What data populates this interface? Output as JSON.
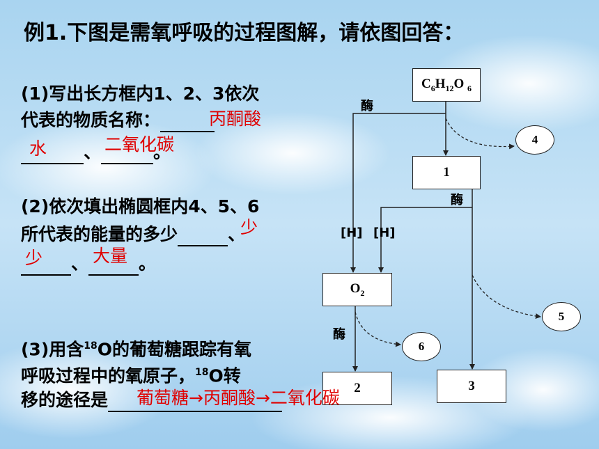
{
  "title": "例1.下图是需氧呼吸的过程图解，请依图回答：",
  "q1": {
    "line1": "(1)写出长方框内1、2、3依次",
    "line2_text": "代表的物质名称：",
    "sep1": "、",
    "end": "。",
    "answers": [
      "丙酮酸",
      "水",
      "二氧化碳"
    ]
  },
  "q2": {
    "line1": "(2)依次填出椭圆框内4、5、6",
    "line2_text": "所代表的能量的多少",
    "sep1": "、",
    "sep2": "、",
    "end": "。",
    "answers": [
      "少",
      "少",
      "大量"
    ]
  },
  "q3": {
    "line1_a": "(3)用含",
    "isotope": "18",
    "line1_b": "O的葡萄糖跟踪有氧",
    "line2_a": "呼吸过程中的氧原子，",
    "line2_b": "O转",
    "line3": "移的途径是",
    "answer": "葡萄糖→丙酮酸→二氧化碳"
  },
  "diagram": {
    "glucose": {
      "c": "C",
      "c_sub": "6",
      "h": "H",
      "h_sub": "12",
      "o": "O",
      "o_sub": "6"
    },
    "box1": "1",
    "box2": "2",
    "box3": "3",
    "o2": {
      "o": "O",
      "sub": "2"
    },
    "oval4": "4",
    "oval5": "5",
    "oval6": "6",
    "enzyme": "酶",
    "hydrogen": "[H]"
  }
}
